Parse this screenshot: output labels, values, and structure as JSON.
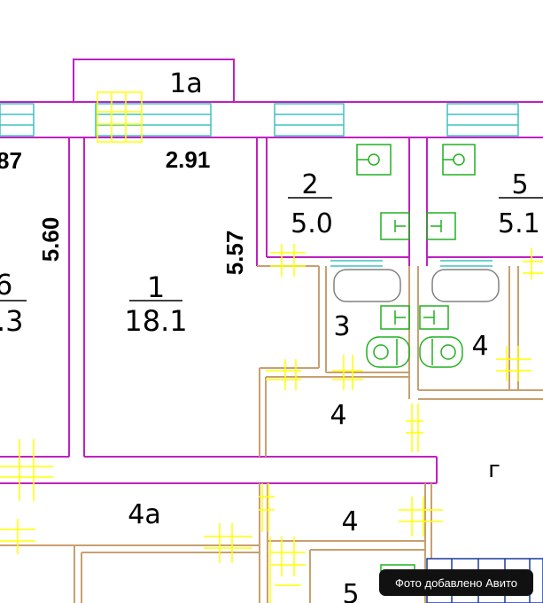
{
  "rooms": [
    {
      "id": "1a",
      "label": "1а"
    },
    {
      "id": "1",
      "number": "1",
      "area": "18.1"
    },
    {
      "id": "2",
      "number": "2",
      "area": "5.0"
    },
    {
      "id": "3",
      "number": "3"
    },
    {
      "id": "4-bath",
      "number": "4"
    },
    {
      "id": "4-hall",
      "number": "4"
    },
    {
      "id": "4-lower",
      "number": "4"
    },
    {
      "id": "4a",
      "label": "4а"
    },
    {
      "id": "5",
      "number": "5",
      "area": "5.1"
    },
    {
      "id": "5-lower",
      "number": "5"
    },
    {
      "id": "6-partial",
      "number": "6",
      "area": ".3"
    },
    {
      "id": "g",
      "label": "г"
    }
  ],
  "dimensions": {
    "top_left": "87",
    "room1_width": "2.91",
    "room1_height": "5.57",
    "left_room_height": "5.60"
  },
  "colors": {
    "walls": "#c020c0",
    "inner_walls": "#c8a070",
    "windows": "#40c0c0",
    "fixtures": "#20b020",
    "yellow_marks": "#ffff00"
  },
  "watermark": {
    "text": "Фото добавлено Авито"
  }
}
